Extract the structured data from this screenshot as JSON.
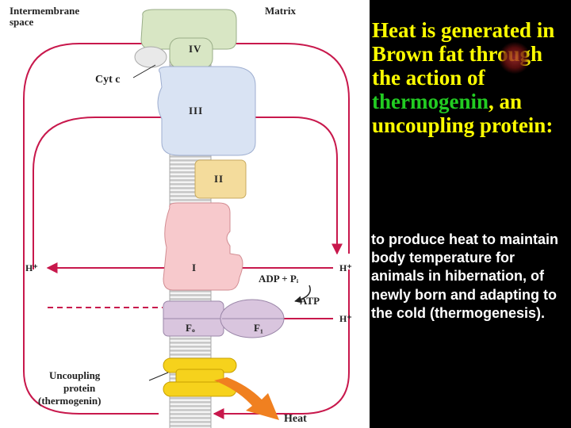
{
  "diagram": {
    "labels": {
      "intermembrane_space": [
        "Intermembrane",
        "space"
      ],
      "matrix": "Matrix",
      "cyt_c": "Cyt c",
      "complex_iv": "IV",
      "complex_iii": "III",
      "complex_ii": "II",
      "complex_i": "I",
      "h_plus": "H⁺",
      "adp_pi": "ADP + Pᵢ",
      "atp": "ATP",
      "fo": "Fₒ",
      "f1": "F₁",
      "uncoupling_protein": [
        "Uncoupling",
        "protein",
        "(thermogenin)"
      ],
      "heat": "Heat"
    },
    "colors": {
      "arrow": "#c8184c",
      "complex_iv": "#d8e6c4",
      "complex_iii": "#d9e3f3",
      "complex_ii": "#f4dc9c",
      "complex_i": "#f7c9cc",
      "atp_synthase": "#d9c5de",
      "uncoupling_protein": "#f6d21c",
      "heat_arrow": "#f08020"
    }
  },
  "text_panel": {
    "heading_part1": "Heat is generated in Brown fat through the action of",
    "heading_highlight": "thermogenin",
    "heading_part2": ", an uncoupling protein:",
    "body": "to produce heat to maintain body temperature for animals in hibernation, of newly born and adapting to the cold (thermogenesis).",
    "colors": {
      "heading": "#ffff00",
      "highlight": "#22cc22",
      "body": "#ffffff",
      "background": "#000000"
    }
  }
}
